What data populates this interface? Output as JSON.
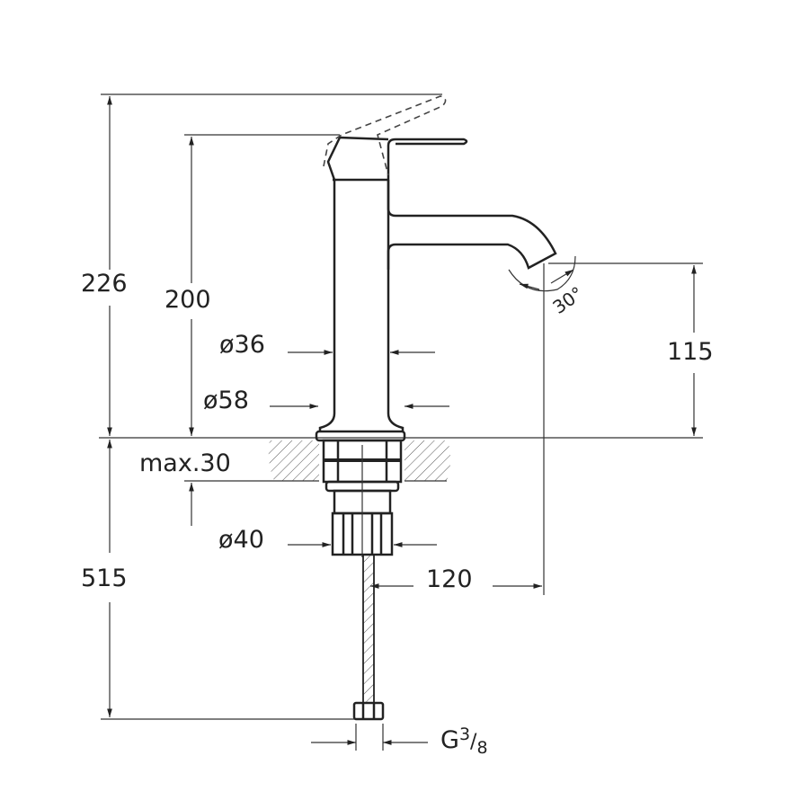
{
  "dimensions": {
    "total_height": "226",
    "spout_height_handle": "200",
    "body_diameter": "ø36",
    "base_diameter": "ø58",
    "max_counter_thickness": "max.30",
    "nut_diameter": "ø40",
    "hose_length": "515",
    "spout_reach": "120",
    "spout_outlet_height": "115",
    "spout_angle": "30°",
    "connection_thread_main": "G",
    "connection_thread_num": "3",
    "connection_thread_den": "8"
  }
}
